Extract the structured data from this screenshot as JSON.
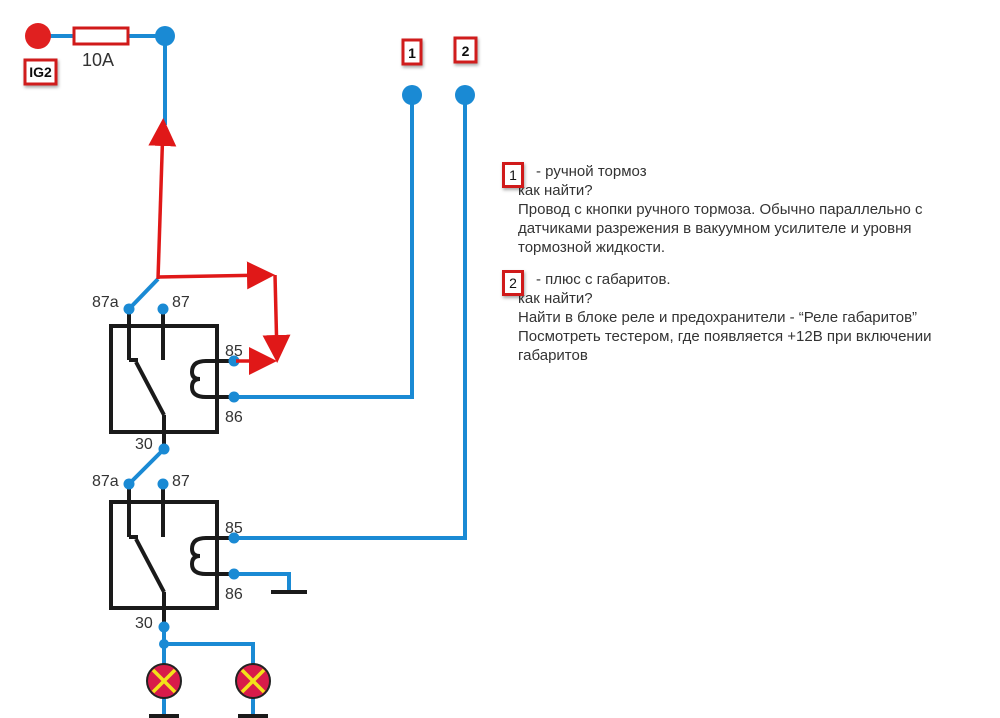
{
  "diagram": {
    "source": {
      "label": "IG2",
      "fuse_rating": "10A"
    },
    "terminals": [
      {
        "id": "1",
        "label": "1"
      },
      {
        "id": "2",
        "label": "2"
      }
    ],
    "relay_top": {
      "pins": {
        "p87a": "87a",
        "p87": "87",
        "p85": "85",
        "p86": "86",
        "p30": "30"
      }
    },
    "relay_bottom": {
      "pins": {
        "p87a": "87a",
        "p87": "87",
        "p85": "85",
        "p86": "86",
        "p30": "30"
      }
    },
    "lamps": [
      {
        "name": "lamp-1"
      },
      {
        "name": "lamp-2"
      }
    ],
    "colors": {
      "wire": "#1a8ad4",
      "arrow": "#e01818",
      "source_node": "#e02020",
      "tag_border": "#d01a1a",
      "relay_outline": "#1a1a1a",
      "lamp_fill": "#d81b4a",
      "lamp_cross": "#f2e21a"
    }
  },
  "notes": [
    {
      "tag": "1",
      "title": " - ручной тормоз",
      "lines": [
        "как найти?",
        "Провод с кнопки ручного тормоза. Обычно параллельно с",
        "датчиками разрежения в вакуумном усилителе и уровня",
        "тормозной жидкости."
      ]
    },
    {
      "tag": "2",
      "title": "- плюс с габаритов.",
      "lines": [
        "как найти?",
        "Найти в блоке реле и предохранители - “Реле габаритов”",
        "Посмотреть тестером, где появляется +12В при включении",
        "габаритов"
      ]
    }
  ]
}
